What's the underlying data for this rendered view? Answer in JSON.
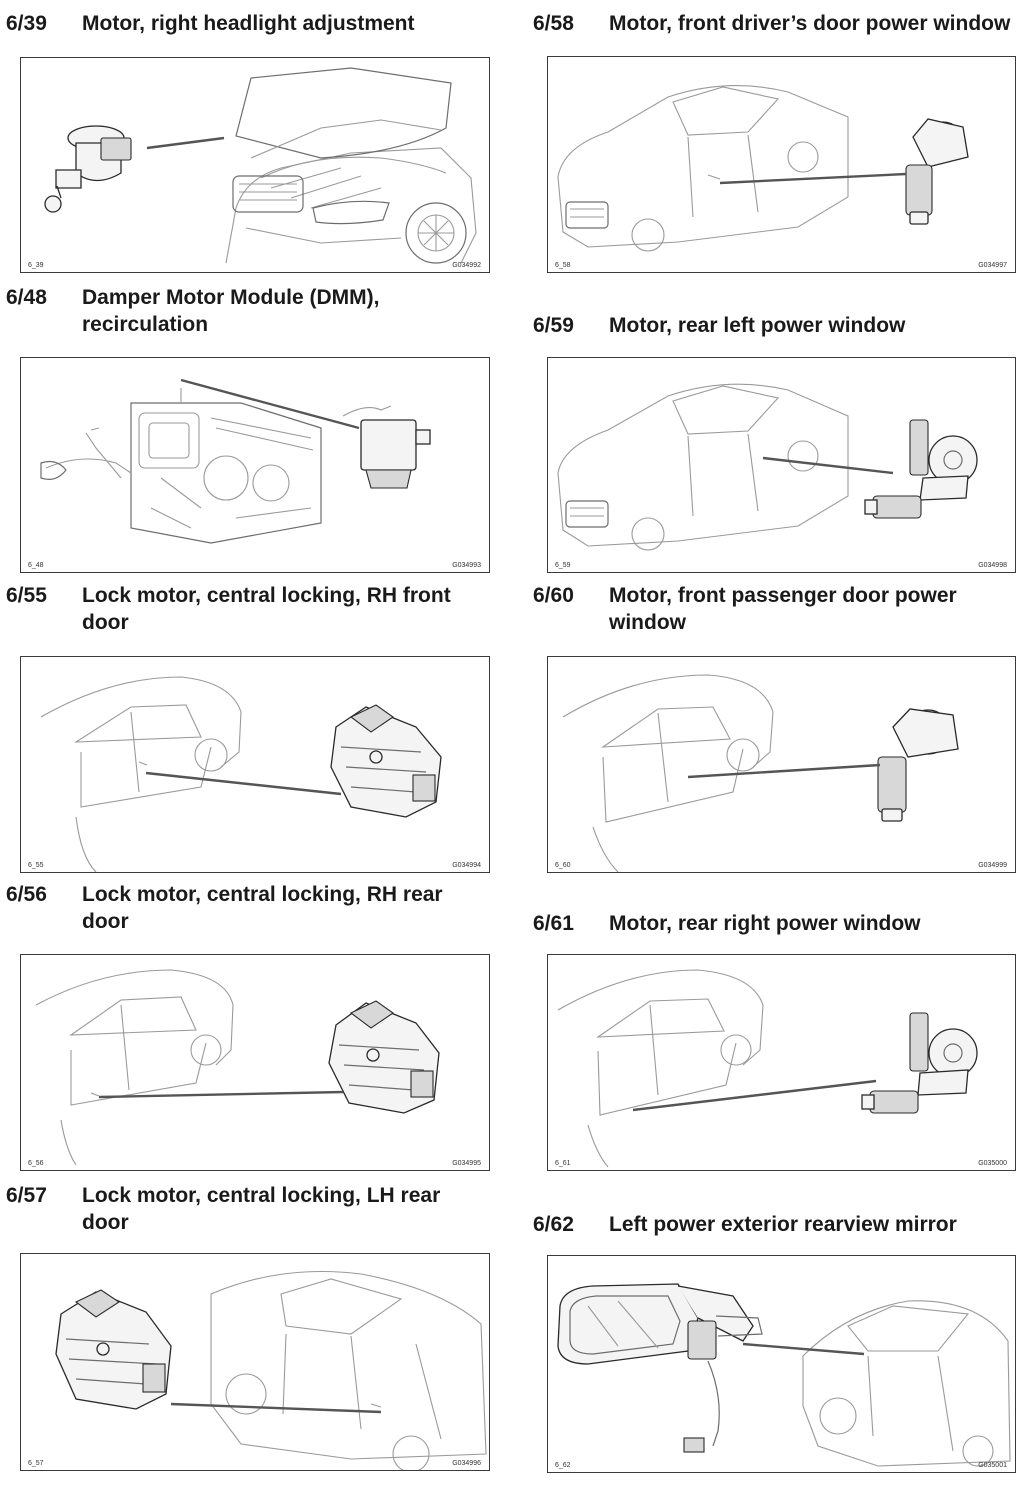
{
  "entries": [
    {
      "code": "6/39",
      "title": "Motor, right headlight adjustment",
      "fig_left": "6_39",
      "fig_right": "G034992"
    },
    {
      "code": "6/48",
      "title": "Damper Motor Module (DMM),\nrecirculation",
      "fig_left": "6_48",
      "fig_right": "G034993"
    },
    {
      "code": "6/55",
      "title": "Lock motor, central locking, RH front\ndoor",
      "fig_left": "6_55",
      "fig_right": "G034994"
    },
    {
      "code": "6/56",
      "title": "Lock motor, central locking, RH rear\ndoor",
      "fig_left": "6_56",
      "fig_right": "G034995"
    },
    {
      "code": "6/57",
      "title": "Lock motor, central locking, LH rear\ndoor",
      "fig_left": "6_57",
      "fig_right": "G034996"
    },
    {
      "code": "6/58",
      "title": "Motor, front driver’s door power window",
      "fig_left": "6_58",
      "fig_right": "G034997"
    },
    {
      "code": "6/59",
      "title": "Motor, rear left power window",
      "fig_left": "6_59",
      "fig_right": "G034998"
    },
    {
      "code": "6/60",
      "title": "Motor, front passenger door power\nwindow",
      "fig_left": "6_60",
      "fig_right": "G034999"
    },
    {
      "code": "6/61",
      "title": "Motor, rear right power window",
      "fig_left": "6_61",
      "fig_right": "G035000"
    },
    {
      "code": "6/62",
      "title": "Left power exterior rearview mirror",
      "fig_left": "6_62",
      "fig_right": "G035001"
    }
  ]
}
